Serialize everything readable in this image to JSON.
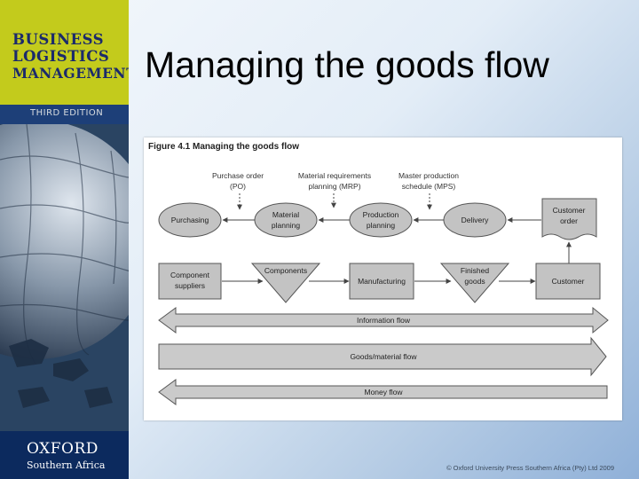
{
  "slide": {
    "title": "Managing the goods flow",
    "copyright": "© Oxford University Press Southern Africa (Pty) Ltd 2009"
  },
  "sidebar": {
    "book_title_lines": [
      "BUSINESS",
      "LOGISTICS",
      "MANAGEMENT"
    ],
    "edition": "THIRD EDITION",
    "publisher": "OXFORD",
    "publisher_region": "Southern Africa"
  },
  "figure": {
    "caption": "Figure 4.1 Managing the goods flow",
    "inputs": [
      {
        "line1": "Purchase order",
        "line2": "(PO)"
      },
      {
        "line1": "Material requirements",
        "line2": "planning (MRP)"
      },
      {
        "line1": "Master production",
        "line2": "schedule (MPS)"
      }
    ],
    "planning_row": [
      {
        "line1": "Purchasing",
        "line2": ""
      },
      {
        "line1": "Material",
        "line2": "planning"
      },
      {
        "line1": "Production",
        "line2": "planning"
      },
      {
        "line1": "Delivery",
        "line2": ""
      },
      {
        "line1": "Customer",
        "line2": "order"
      }
    ],
    "goods_row": [
      {
        "line1": "Component",
        "line2": "suppliers"
      },
      {
        "line1": "Components",
        "line2": ""
      },
      {
        "line1": "Manufacturing",
        "line2": ""
      },
      {
        "line1": "Finished",
        "line2": "goods"
      },
      {
        "line1": "Customer",
        "line2": ""
      }
    ],
    "flows": [
      "Information flow",
      "Goods/material flow",
      "Money flow"
    ],
    "colors": {
      "shape_fill": "#c3c3c3",
      "shape_stroke": "#555555",
      "arrow_fill": "#cacaca"
    }
  }
}
